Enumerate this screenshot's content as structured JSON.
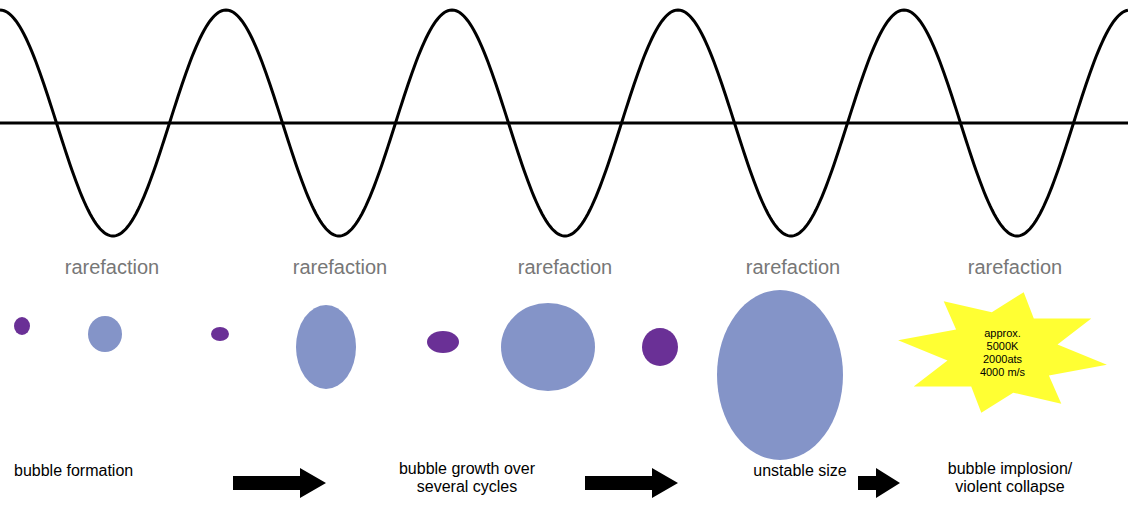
{
  "diagram": {
    "nodes": [
      {
        "text": [
          "approx. 5000K 2000ats 4000 m/s"
        ]
      }
    ],
    "labels": [
      "rarefaction",
      "rarefaction",
      "rarefaction",
      "rarefaction",
      "rarefaction",
      "bubble formation",
      "bubble growth over several cycles",
      "unstable size",
      "bubble implosion/ violent collapse"
    ]
  }
}
